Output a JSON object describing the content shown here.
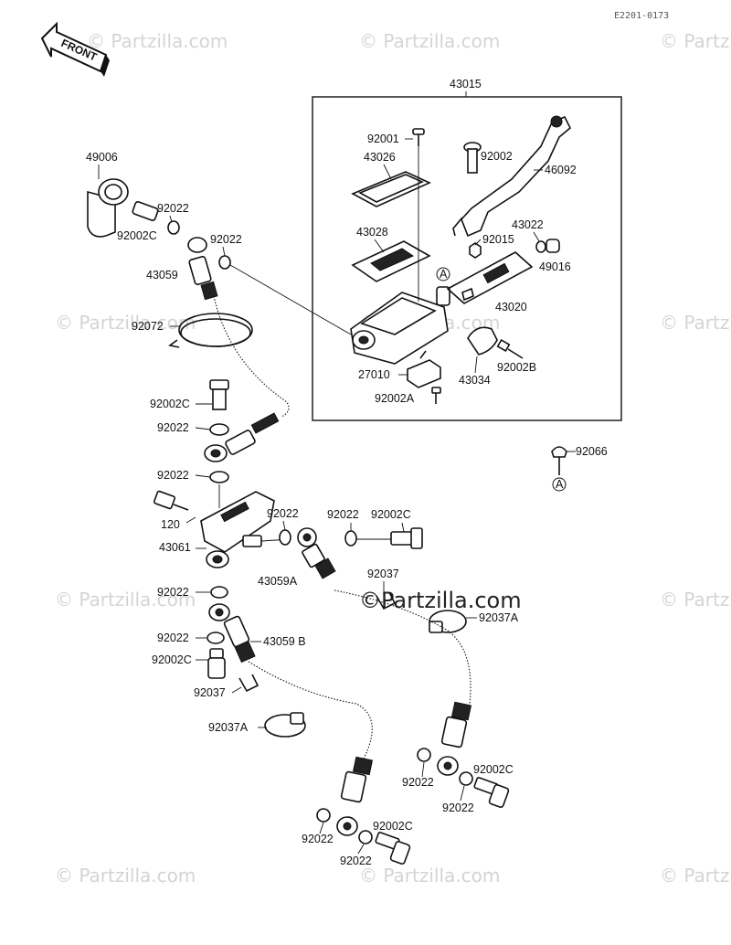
{
  "diagram": {
    "figure_code": "E2201-0173",
    "front_arrow_label": "FRONT",
    "watermark": "© Partzilla.com",
    "center_watermark": "©Partzilla.com",
    "assembly_label": "43015",
    "parts": {
      "p49006": "49006",
      "p92022_a": "92022",
      "p92002C_a": "92002C",
      "p92022_b": "92022",
      "p43059": "43059",
      "p92072": "92072",
      "p92001": "92001",
      "p43026": "43026",
      "p43028": "43028",
      "p92002": "92002",
      "p46092": "46092",
      "p43022": "43022",
      "p92015": "92015",
      "p49016": "49016",
      "p43020": "43020",
      "p27010": "27010",
      "p43034": "43034",
      "p92002B": "92002B",
      "p92002A": "92002A",
      "p92066": "92066",
      "p92002C_b": "92002C",
      "p92022_c": "92022",
      "p92022_d": "92022",
      "p120": "120",
      "p92022_e": "92022",
      "p92022_f": "92022",
      "p92002C_c": "92002C",
      "p43061": "43061",
      "p43059A": "43059A",
      "p92037_a": "92037",
      "p92037A_a": "92037A",
      "p92022_g": "92022",
      "p92022_h": "92022",
      "p43059B": "43059 B",
      "p92002C_d": "92002C",
      "p92037_b": "92037",
      "p92037A_b": "92037A",
      "p92022_i": "92022",
      "p92002C_e": "92002C",
      "p92022_j": "92022",
      "p92022_k": "92022",
      "p92002C_f": "92002C",
      "p92022_l": "92022"
    },
    "ref_marker": "A"
  }
}
